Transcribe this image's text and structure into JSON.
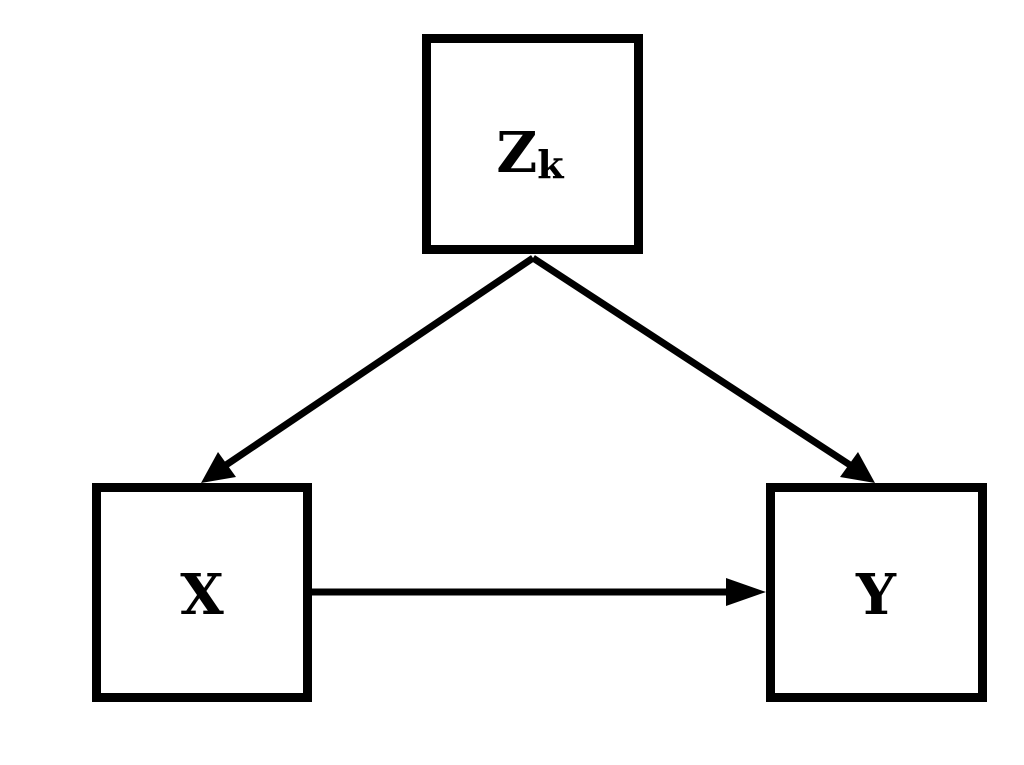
{
  "diagram": {
    "type": "causal-dag",
    "colors": {
      "stroke": "#000000",
      "fill": "#ffffff",
      "text": "#000000"
    },
    "nodes": {
      "z": {
        "label": "Z",
        "subscript": "k"
      },
      "x": {
        "label": "X"
      },
      "y": {
        "label": "Y"
      }
    },
    "edges": [
      {
        "from": "Z_k",
        "to": "X"
      },
      {
        "from": "Z_k",
        "to": "Y"
      },
      {
        "from": "X",
        "to": "Y"
      }
    ]
  }
}
